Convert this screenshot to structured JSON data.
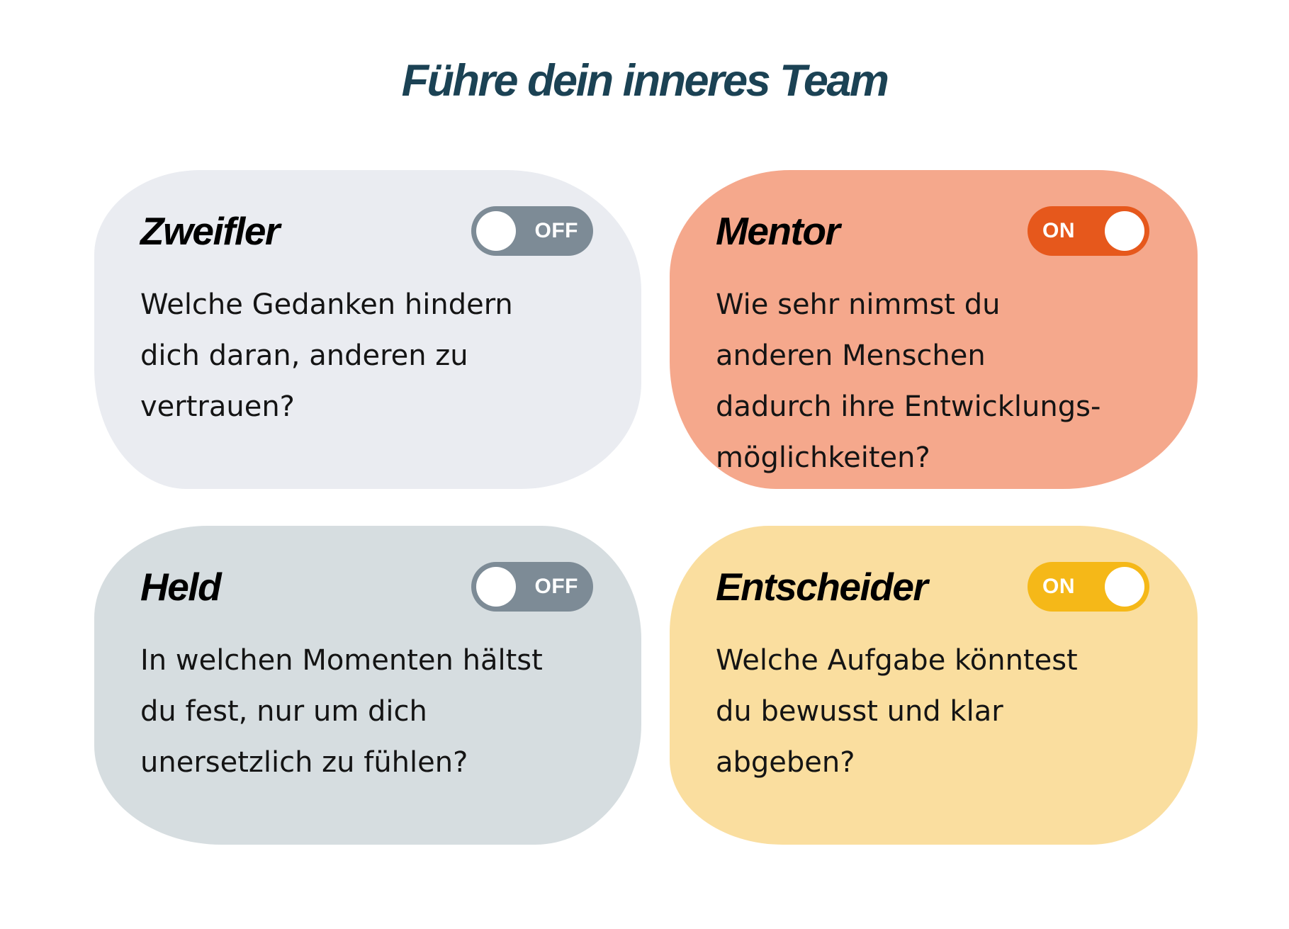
{
  "page": {
    "title": "Führe dein inneres Team",
    "title_color": "#1B4254",
    "background": "#FFFFFF"
  },
  "cards": [
    {
      "id": "zweifler",
      "title": "Zweifler",
      "question": "Welche Gedanken hindern\ndich daran, anderen zu\nvertrauen?",
      "bg": "#EAECF1",
      "toggle": {
        "state": "off",
        "label": "OFF",
        "color": "#7D8B96",
        "knob_color": "#FFFFFF"
      }
    },
    {
      "id": "mentor",
      "title": "Mentor",
      "question": "Wie sehr nimmst du\nanderen Menschen\ndadurch ihre Entwicklungs-\nmöglichkeiten?",
      "bg": "#F5A88C",
      "toggle": {
        "state": "on",
        "label": "ON",
        "color": "#E6581C",
        "knob_color": "#FFFFFF"
      }
    },
    {
      "id": "held",
      "title": "Held",
      "question": "In welchen Momenten hältst\ndu fest, nur um dich\nunersetzlich zu fühlen?",
      "bg": "#D6DDE0",
      "toggle": {
        "state": "off",
        "label": "OFF",
        "color": "#7D8B96",
        "knob_color": "#FFFFFF"
      }
    },
    {
      "id": "entscheider",
      "title": "Entscheider",
      "question": "Welche Aufgabe könntest\ndu bewusst und klar\nabgeben?",
      "bg": "#FADE9F",
      "toggle": {
        "state": "on",
        "label": "ON",
        "color": "#F5B818",
        "knob_color": "#FFFFFF"
      }
    }
  ]
}
